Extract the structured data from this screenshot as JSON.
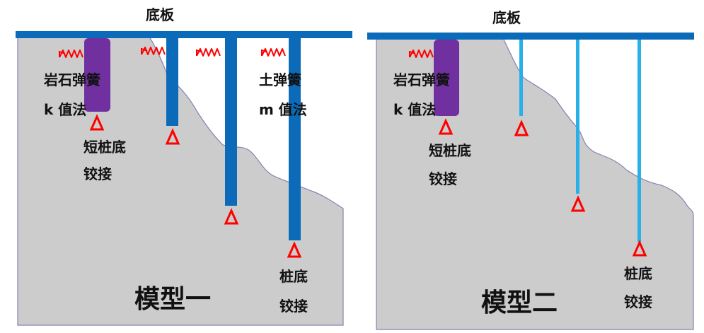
{
  "colors": {
    "rock": "#cccccc",
    "rock_edge": "#8a7fb0",
    "slab": "#0b6bb8",
    "pile_model1": "#0b6bb8",
    "pile_model2": "#27b1e8",
    "short_pile": "#7030a0",
    "hinge": "#ff0000",
    "spring": "#ff0000"
  },
  "left": {
    "slab_label": "底板",
    "rock_spring": [
      "岩石弹簧",
      "k 值法"
    ],
    "soil_spring": [
      "土弹簧",
      "m 值法"
    ],
    "short_pile_hinge": [
      "短桩底",
      "铰接"
    ],
    "pile_hinge": [
      "桩底",
      "铰接"
    ],
    "model_name": "模型一"
  },
  "right": {
    "slab_label": "底板",
    "rock_spring": [
      "岩石弹簧",
      "k 值法"
    ],
    "short_pile_hinge": [
      "短桩底",
      "铰接"
    ],
    "pile_hinge": [
      "桩底",
      "铰接"
    ],
    "model_name": "模型二"
  }
}
